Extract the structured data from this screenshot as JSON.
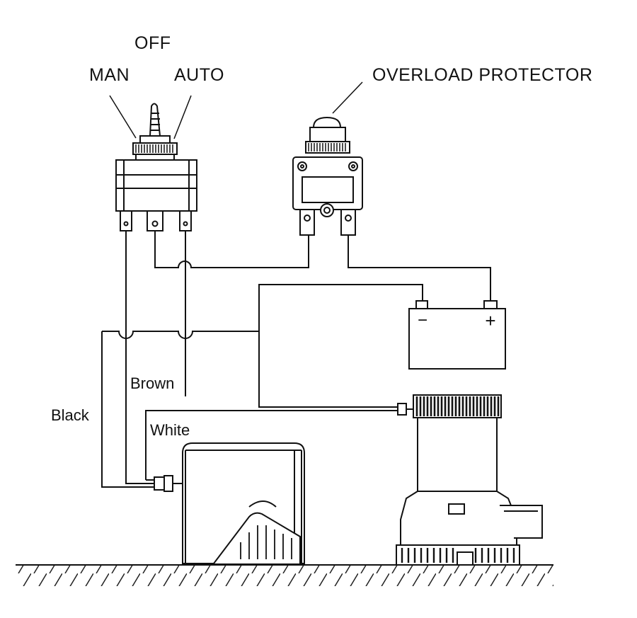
{
  "switch": {
    "label_off": "OFF",
    "label_man": "MAN",
    "label_auto": "AUTO"
  },
  "protector": {
    "label": "OVERLOAD PROTECTOR"
  },
  "battery": {
    "neg_symbol": "−",
    "pos_symbol": "+"
  },
  "wires": {
    "brown": "Brown",
    "black": "Black",
    "white": "White"
  }
}
